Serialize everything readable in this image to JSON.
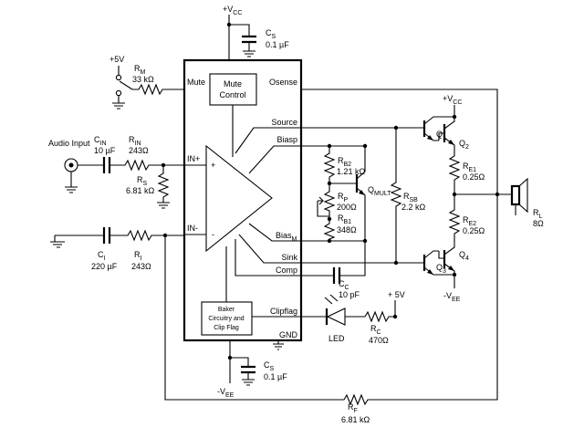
{
  "supply": {
    "vcc_top": "+V",
    "vcc_sub": "CC",
    "vee_bottom": "-V",
    "vee_sub": "EE",
    "plus5_a": "+5V",
    "plus5_b": "+ 5V",
    "q2_vcc": "+V",
    "q2_vcc_sub": "CC",
    "q4_vee": "-V",
    "q4_vee_sub": "EE"
  },
  "chip": {
    "mute": "Mute",
    "mute_control_1": "Mute",
    "mute_control_2": "Control",
    "osense": "Osense",
    "source": "Source",
    "biasp": "Biasp",
    "in_plus": "IN+",
    "in_minus": "IN-",
    "bias_m": "Bias",
    "bias_m_sub": "M",
    "sink": "Sink",
    "comp": "Comp",
    "baker_1": "Baker",
    "baker_2": "Circuitry and",
    "baker_3": "Clip Flag",
    "clipflag": "Clipflag",
    "gnd": "GND",
    "plus_sign": "+",
    "minus_sign": "-"
  },
  "components": {
    "cs_top_name": "C",
    "cs_top_sub": "S",
    "cs_top_val": "0.1 µF",
    "rm_name": "R",
    "rm_sub": "M",
    "rm_val": "33 kΩ",
    "audio_input": "Audio Input",
    "cin_name": "C",
    "cin_sub": "IN",
    "cin_val": "10 µF",
    "rin_name": "R",
    "rin_sub": "IN",
    "rin_val": "243Ω",
    "rs_name": "R",
    "rs_sub": "S",
    "rs_val": "6.81 kΩ",
    "ci_name": "C",
    "ci_sub": "I",
    "ci_val": "220 µF",
    "ri_name": "R",
    "ri_sub": "I",
    "ri_val": "243Ω",
    "rb2_name": "R",
    "rb2_sub": "B2",
    "rb2_val": "1.21 kΩ",
    "rp_name": "R",
    "rp_sub": "P",
    "rp_val": "200Ω",
    "rb1_name": "R",
    "rb1_sub": "B1",
    "rb1_val": "348Ω",
    "qmult_name": "Q",
    "qmult_sub": "MULT",
    "rsb_name": "R",
    "rsb_sub": "SB",
    "rsb_val": "2.2 kΩ",
    "cc_name": "C",
    "cc_sub": "C",
    "cc_val": "10 pF",
    "led": "LED",
    "rc_name": "R",
    "rc_sub": "C",
    "rc_val": "470Ω",
    "q1_name": "Q",
    "q1_sub": "1",
    "q2_name": "Q",
    "q2_sub": "2",
    "q3_name": "Q",
    "q3_sub": "3",
    "q4_name": "Q",
    "q4_sub": "4",
    "re1_name": "R",
    "re1_sub": "E1",
    "re1_val": "0.25Ω",
    "re2_name": "R",
    "re2_sub": "E2",
    "re2_val": "0.25Ω",
    "rl_name": "R",
    "rl_sub": "L",
    "rl_val": "8Ω",
    "cs_bot_name": "C",
    "cs_bot_sub": "S",
    "cs_bot_val": "0.1 µF",
    "rf_name": "R",
    "rf_sub": "F",
    "rf_val": "6.81 kΩ"
  }
}
